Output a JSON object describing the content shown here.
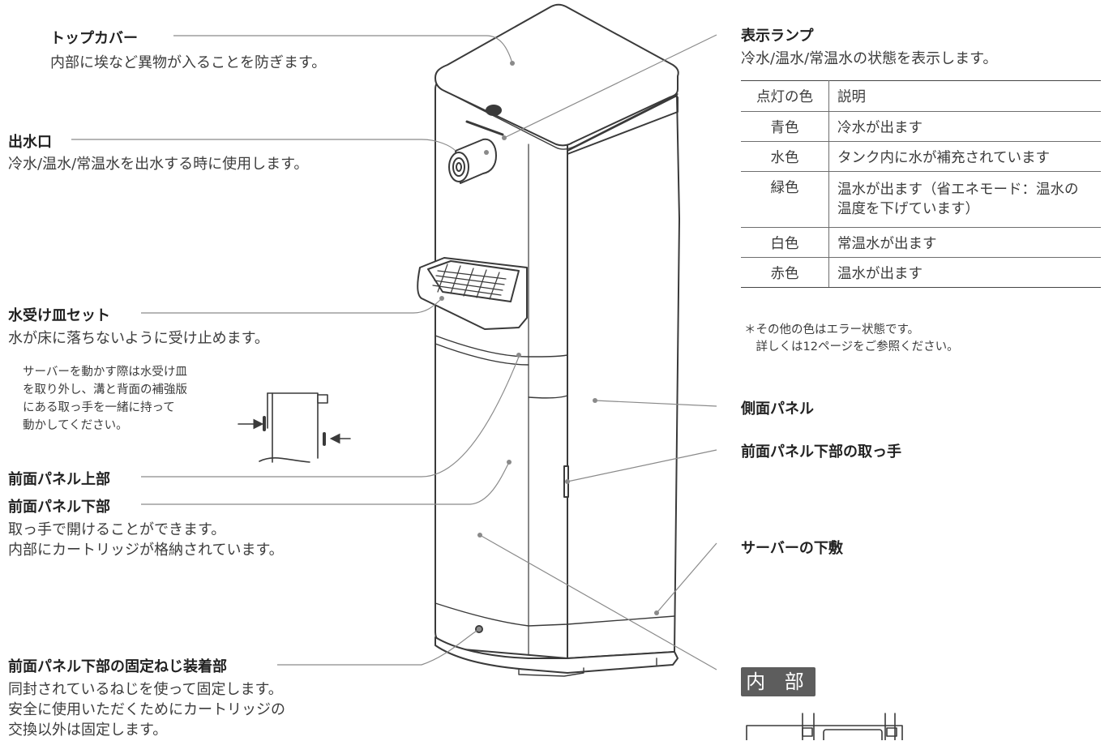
{
  "left": {
    "top_cover": {
      "title": "トップカバー",
      "desc": "内部に埃など異物が入ることを防ぎます。"
    },
    "outlet": {
      "title": "出水口",
      "desc": "冷水/温水/常温水を出水する時に使用します。"
    },
    "drip_tray": {
      "title": "水受け皿セット",
      "desc": "水が床に落ちないように受け止めます。"
    },
    "tray_note": [
      "サーバーを動かす際は水受け皿",
      "を取り外し、溝と背面の補強版",
      "にある取っ手を一緒に持って",
      "動かしてください。"
    ],
    "front_upper": {
      "title": "前面パネル上部"
    },
    "front_lower": {
      "title": "前面パネル下部",
      "desc": [
        "取っ手で開けることができます。",
        "内部にカートリッジが格納されています。"
      ]
    },
    "screw": {
      "title": "前面パネル下部の固定ねじ装着部",
      "desc": [
        "同封されているねじを使って固定します。",
        "安全に使用いただくためにカートリッジの",
        "交換以外は固定します。"
      ]
    }
  },
  "right": {
    "lamp": {
      "title": "表示ランプ",
      "desc": "冷水/温水/常温水の状態を表示します。"
    },
    "table": {
      "headers": [
        "点灯の色",
        "説明"
      ],
      "rows": [
        {
          "color": "青色",
          "desc": [
            "冷水が出ます"
          ]
        },
        {
          "color": "水色",
          "desc": [
            "タンク内に水が補充されています"
          ]
        },
        {
          "color": "緑色",
          "desc": [
            "温水が出ます（省エネモード：温水の",
            "温度を下げています）"
          ]
        },
        {
          "color": "白色",
          "desc": [
            "常温水が出ます"
          ]
        },
        {
          "color": "赤色",
          "desc": [
            "温水が出ます"
          ]
        }
      ]
    },
    "footnote": [
      "＊その他の色はエラー状態です。",
      "　詳しくは12ページをご参照ください。"
    ],
    "side_panel": {
      "title": "側面パネル"
    },
    "front_handle": {
      "title": "前面パネル下部の取っ手"
    },
    "base": {
      "title": "サーバーの下敷"
    },
    "inside_badge": "内 部"
  }
}
